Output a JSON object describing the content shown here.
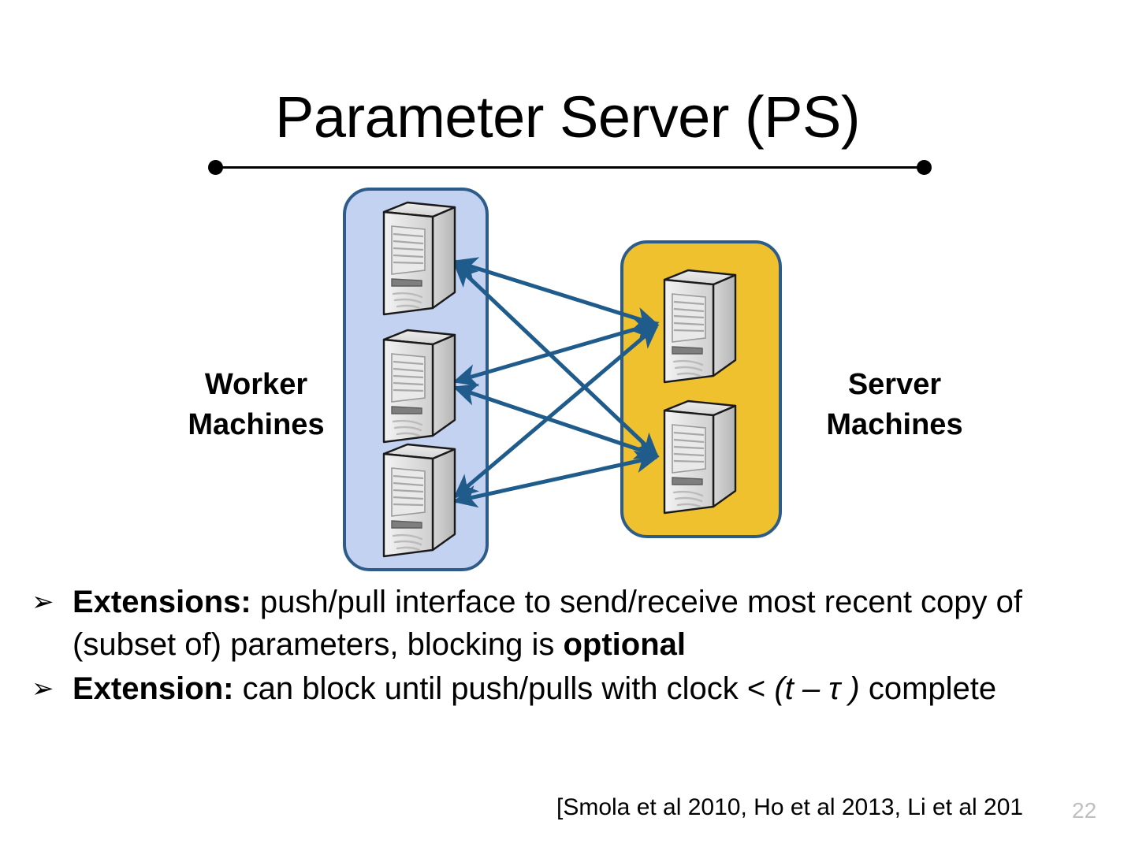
{
  "title": "Parameter Server (PS)",
  "diagram": {
    "worker_group": {
      "label": "Worker\nMachines",
      "label_line1": "Worker",
      "label_line2": "Machines",
      "fill_color": "#C4D2F2",
      "border_color": "#2E5C8A",
      "machine_count": 3,
      "icon_name": "server-tower-icon"
    },
    "server_group": {
      "label_line1": "Server",
      "label_line2": "Machines",
      "fill_color": "#EFC12E",
      "border_color": "#2E5C8A",
      "machine_count": 2,
      "icon_name": "server-tower-icon"
    },
    "connections": {
      "description": "bidirectional arrows between every worker and every server",
      "count": 6,
      "arrow_color": "#1F5C8B",
      "double_headed": true
    }
  },
  "bullets": [
    {
      "glyph": "➢",
      "lead": "Extensions:",
      "body_1": " push/pull interface to send/receive most recent copy of (subset of) parameters, blocking is ",
      "emphasis": "optional",
      "body_2": ""
    },
    {
      "glyph": "➢",
      "lead": "Extension:",
      "body_1": "  can block until push/pulls with clock < ",
      "math": "(t – τ )",
      "body_2": " complete"
    }
  ],
  "footer": {
    "citation": "[Smola et al 2010, Ho et al 2013, Li et al 201",
    "page_number": "22"
  }
}
